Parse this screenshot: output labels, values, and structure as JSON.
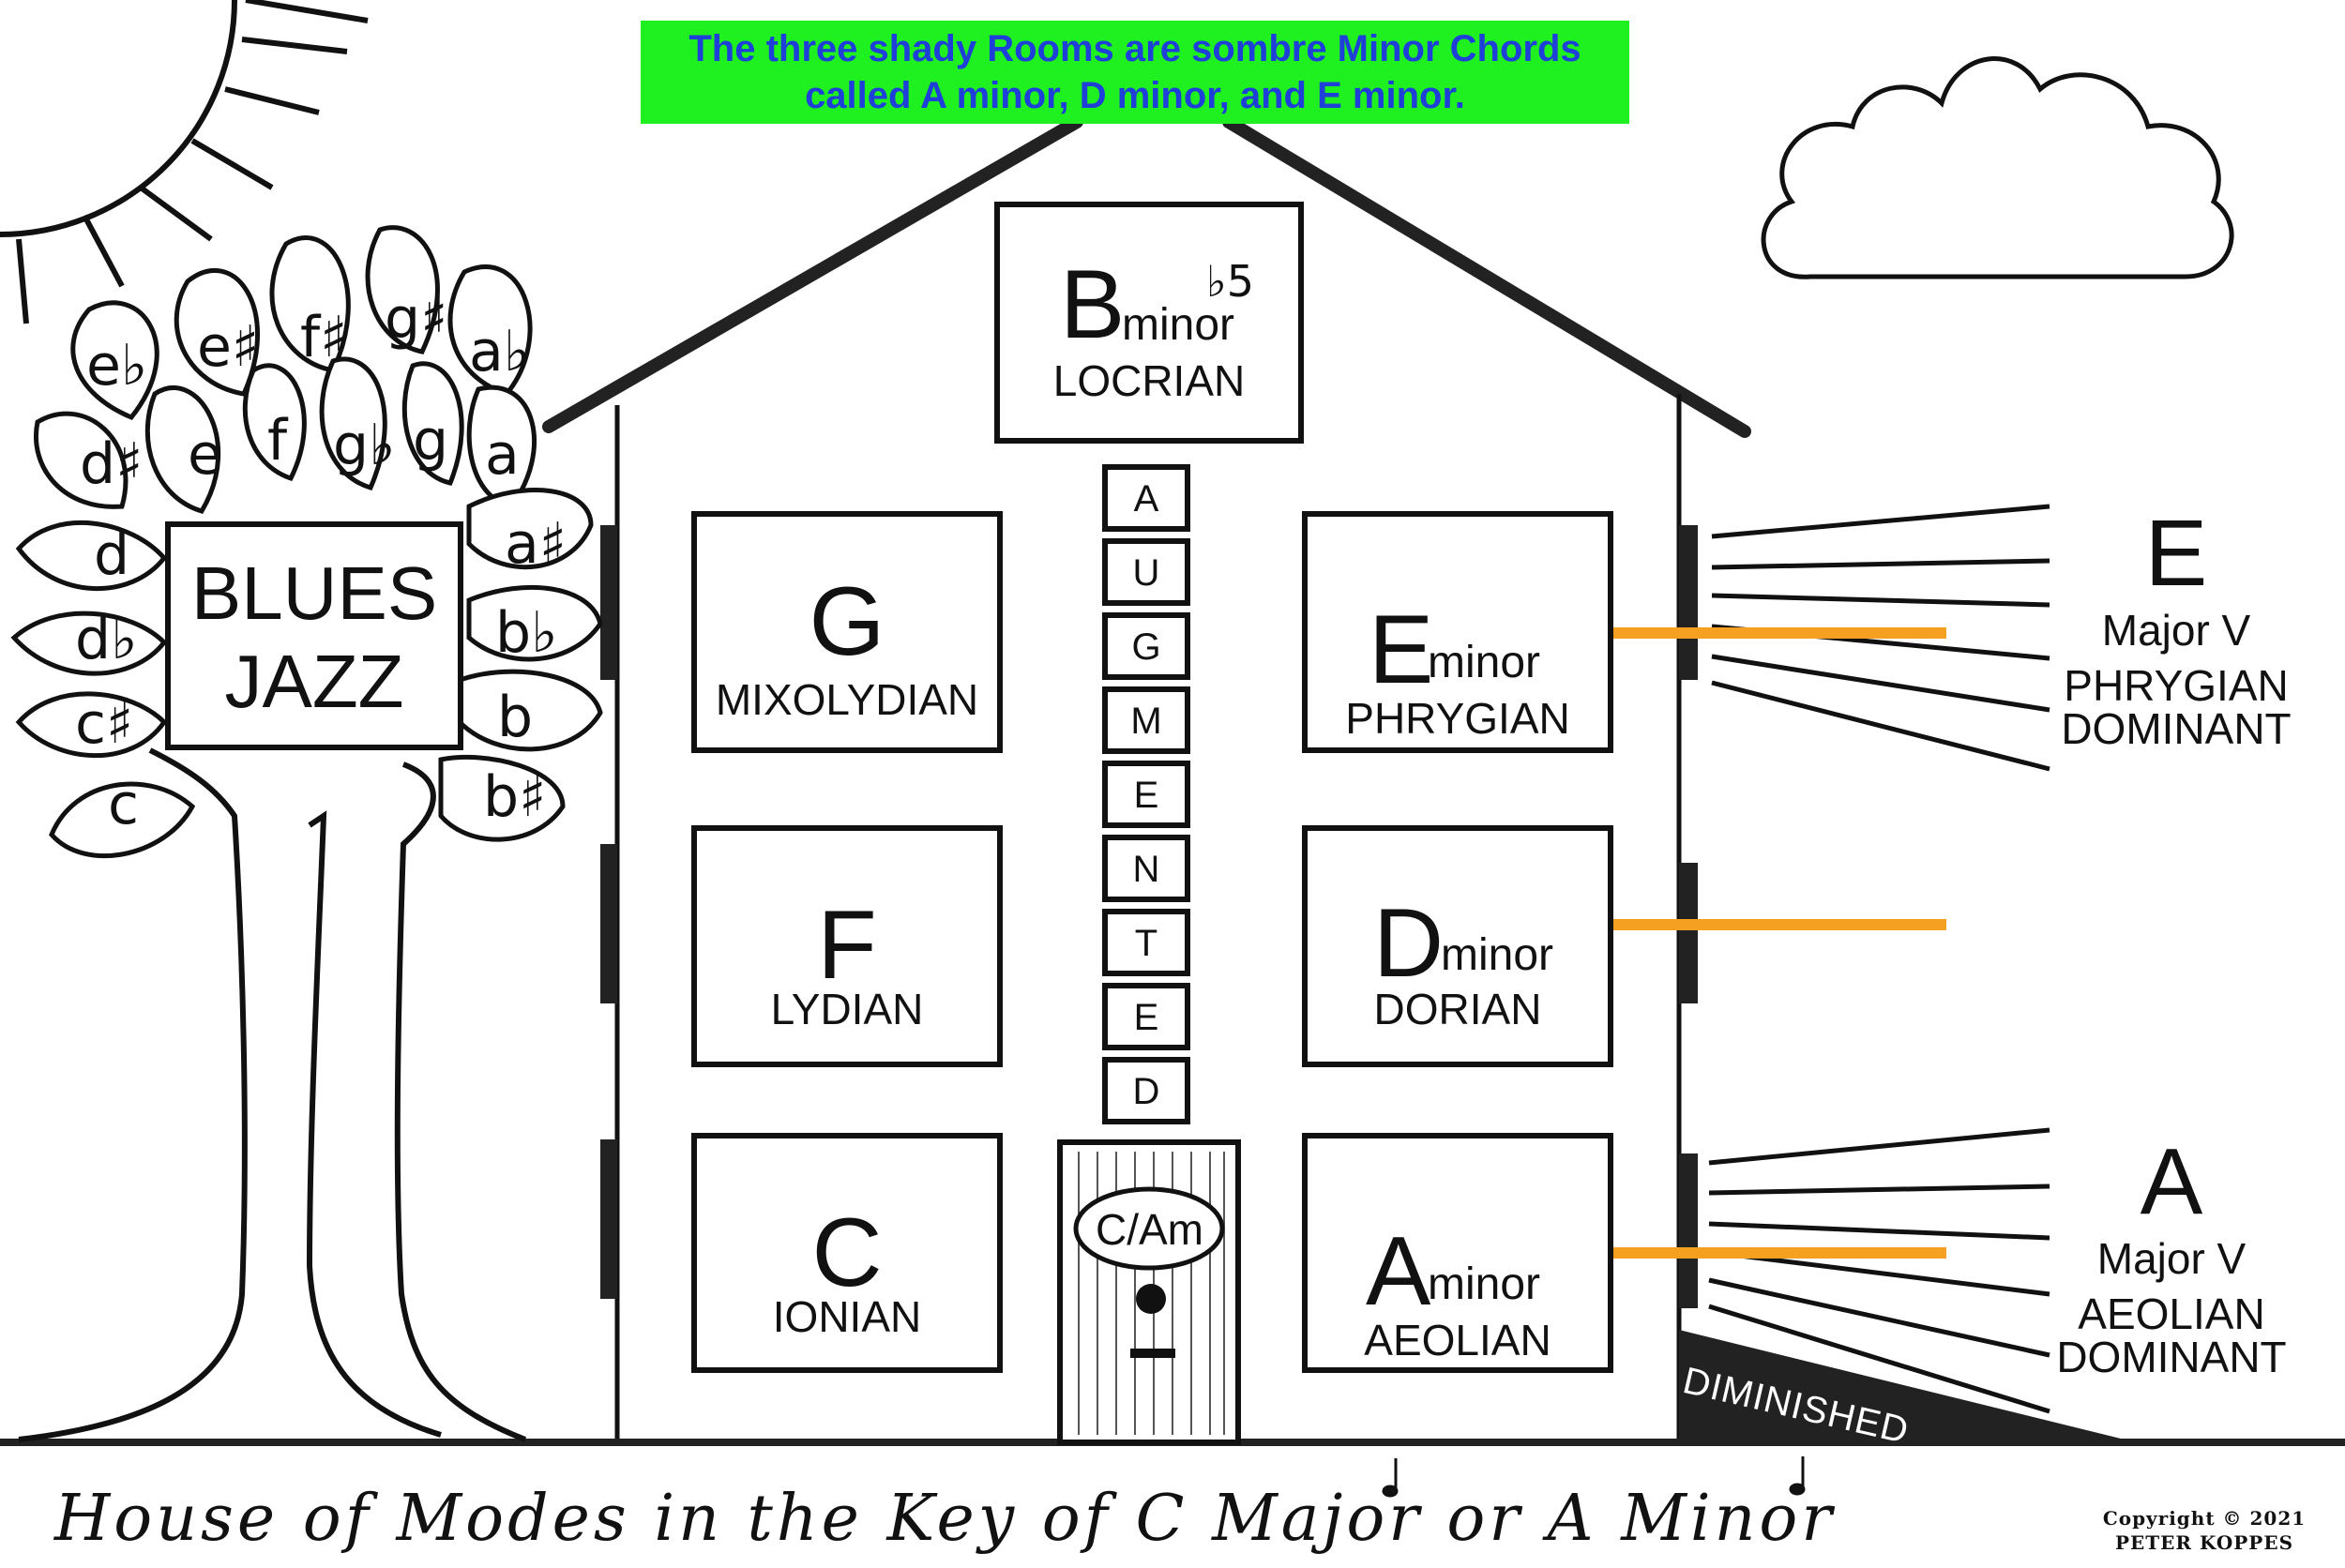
{
  "banner": {
    "line1": "The three shady Rooms are sombre Minor Chords",
    "line2": "called A minor, D minor, and E minor."
  },
  "rooms": {
    "top": {
      "letter": "B",
      "superscript": "♭5",
      "sub": "minor",
      "mode": "LOCRIAN"
    },
    "g": {
      "letter": "G",
      "mode": "MIXOLYDIAN"
    },
    "f": {
      "letter": "F",
      "mode": "LYDIAN"
    },
    "c": {
      "letter": "C",
      "mode": "IONIAN"
    },
    "e": {
      "letter": "E",
      "sub": "minor",
      "mode": "PHRYGIAN"
    },
    "d": {
      "letter": "D",
      "sub": "minor",
      "mode": "DORIAN"
    },
    "a": {
      "letter": "A",
      "sub": "minor",
      "mode": "AEOLIAN"
    }
  },
  "augmented": [
    "A",
    "U",
    "G",
    "M",
    "E",
    "N",
    "T",
    "E",
    "D"
  ],
  "door": {
    "label": "C/Am"
  },
  "tree": {
    "sign_line1": "BLUES",
    "sign_line2": "JAZZ",
    "leaves": [
      "e♭",
      "e♯",
      "f♯",
      "g♯",
      "a♭",
      "d♯",
      "e",
      "f",
      "g♭",
      "g",
      "a",
      "d",
      "a♯",
      "d♭",
      "b♭",
      "c♯",
      "b",
      "c",
      "b♯"
    ]
  },
  "side_e": {
    "letter": "E",
    "line1": "Major V",
    "line2": "PHRYGIAN",
    "line3": "DOMINANT"
  },
  "side_a": {
    "letter": "A",
    "line1": "Major V",
    "line2": "AEOLIAN",
    "line3": "DOMINANT"
  },
  "diminished": "DIMINISHED",
  "footer": {
    "title": "House of Modes in the Key of C Major or A Minor"
  },
  "copyright": {
    "line1": "Copyright © 2021",
    "line2": "PETER KOPPES"
  },
  "colors": {
    "banner_bg": "#1ff01f",
    "banner_text": "#1f3fd9",
    "arrow": "#f5a020",
    "ink": "#111111"
  }
}
